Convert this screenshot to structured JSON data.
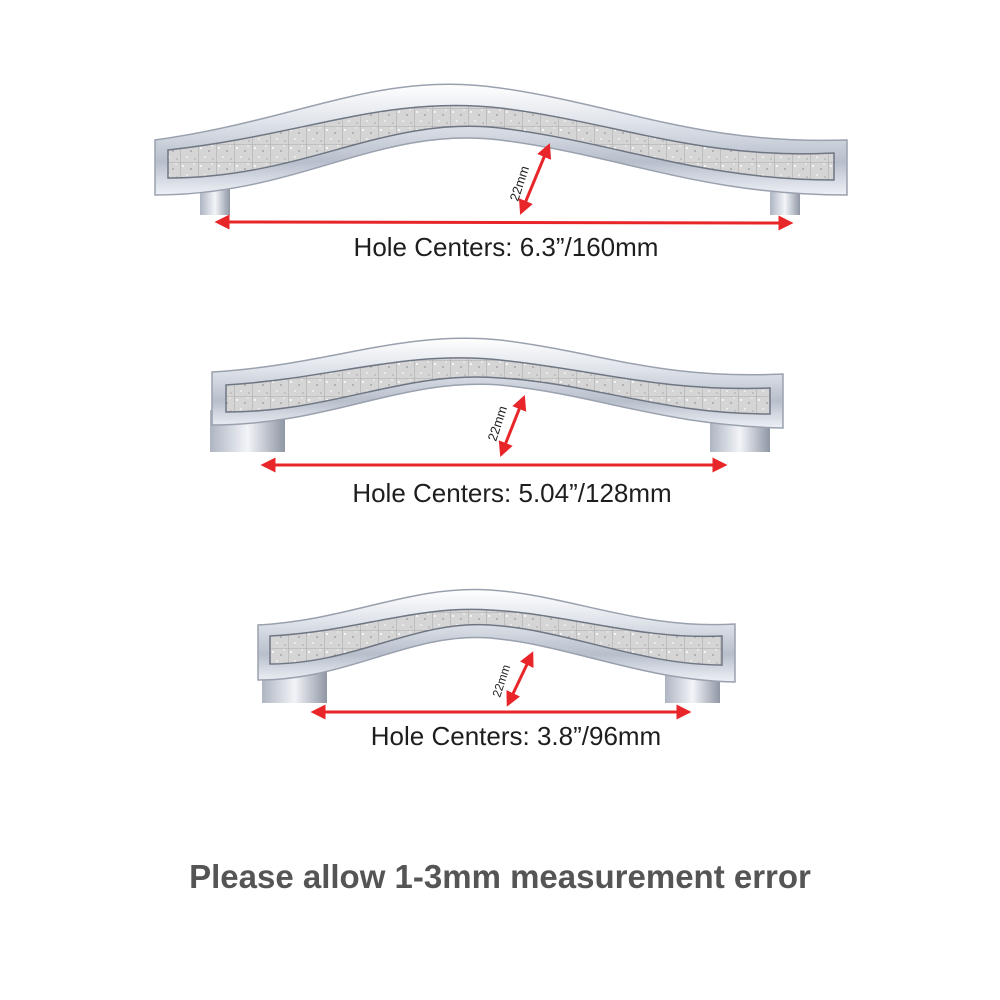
{
  "colors": {
    "arrow": "#e8262a",
    "chrome_light": "#f4f6fa",
    "chrome_mid": "#c9ced8",
    "chrome_dark": "#8e95a3",
    "glitter": "#d3d3d3",
    "note_text": "#555555"
  },
  "handles": [
    {
      "id": "large",
      "hole_centers_label": "Hole Centers: 6.3”/160mm",
      "width_label": "22mm"
    },
    {
      "id": "medium",
      "hole_centers_label": "Hole Centers: 5.04”/128mm",
      "width_label": "22mm"
    },
    {
      "id": "small",
      "hole_centers_label": "Hole Centers: 3.8”/96mm",
      "width_label": "22mm"
    }
  ],
  "note": "Please allow 1-3mm measurement error"
}
